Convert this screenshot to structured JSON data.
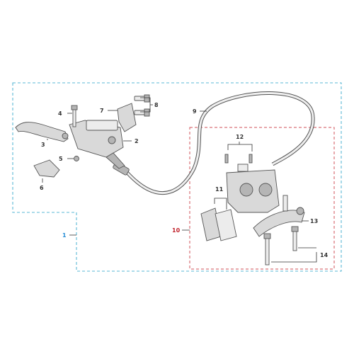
{
  "colors": {
    "outer_border": "#5bb8d4",
    "inner_border": "#d0505a",
    "red_label": "#c0202a",
    "blue_label": "#2b8fd6",
    "part_gray": "#d9d9d9",
    "outline": "#555555"
  },
  "callouts": {
    "c1": "1",
    "c2": "2",
    "c3": "3",
    "c4": "4",
    "c5": "5",
    "c6": "6",
    "c7": "7",
    "c8": "8",
    "c9": "9",
    "c10": "10",
    "c11": "11",
    "c12": "12",
    "c13": "13",
    "c14": "14"
  }
}
